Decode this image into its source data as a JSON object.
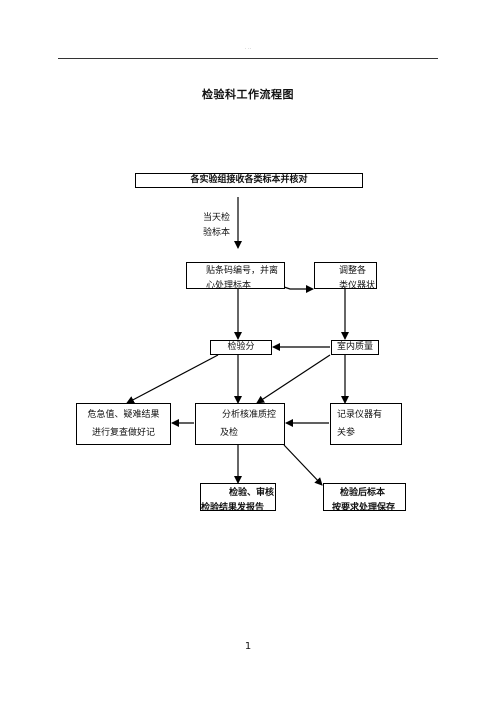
{
  "header": {
    "mark": "· ··"
  },
  "title": "检验科工作流程图",
  "boxes": {
    "receive": "各实验组接收各类标本并核对",
    "barcode_line1": "贴条码编号，并离",
    "barcode_line2": "心处理标本",
    "adjust_line1": "调整各",
    "adjust_line2": "类仪器状态",
    "test": "检验分",
    "qc": "室内质量",
    "critical_line1": "危急值、疑难结果",
    "critical_line2": "进行复查做好记",
    "analyze_line1": "分析核准质控",
    "analyze_line2": "及检",
    "record_line1": "记录仪器有",
    "record_line2": "关参",
    "review_line1": "检验、审核",
    "review_line2": "检验结果发报告",
    "storage_line1": "检验后标本",
    "storage_line2": "按要求处理保存"
  },
  "note_line1": "当天检",
  "note_line2": "验标本",
  "page_number": "1"
}
